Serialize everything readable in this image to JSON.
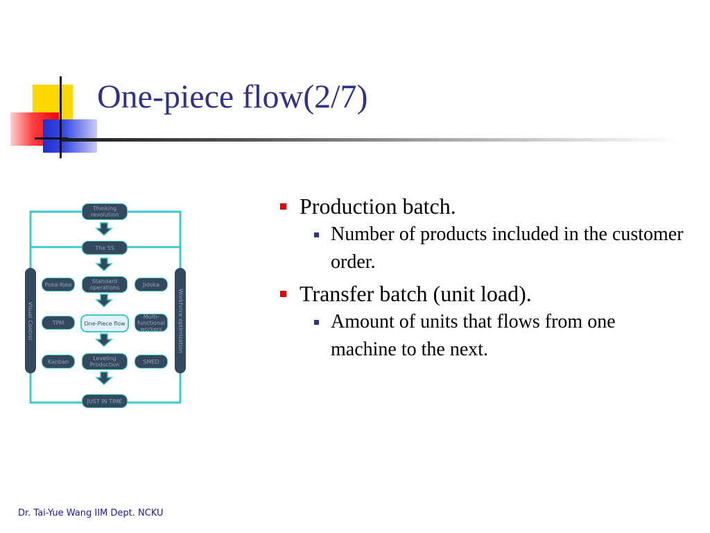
{
  "title": "One-piece flow(2/7)",
  "bullets": [
    {
      "text": "Production batch.",
      "sub": [
        "Number of products included in the customer order."
      ]
    },
    {
      "text": "Transfer batch (unit load).",
      "sub": [
        "Amount of units that flows from one machine to the next."
      ]
    }
  ],
  "diagram": {
    "nodes": {
      "thinking": "Thinking revolution",
      "five_s": "The 5S",
      "standard_ops": "Standard operations",
      "poka_yoke": "Poka-Yoke",
      "jidoka": "Jidoka",
      "tpm": "TPM",
      "one_piece": "One-Piece flow",
      "multi_functional": "Multi-functional workers",
      "kanban": "Kanban",
      "leveling": "Leveling Production",
      "smed": "SMED",
      "jit": "JUST IN TIME"
    },
    "left_bar": "Visual Control",
    "right_bar": "Workforce optimization"
  },
  "footer": "Dr. Tai-Yue Wang IIM Dept. NCKU",
  "colors": {
    "title": "#2e3192",
    "bullet_l1": "#e00000",
    "bullet_l2": "#2e3192",
    "diagram_teal": "#3ec7c7",
    "diagram_node": "#35495e",
    "footer": "#1a1ab0"
  }
}
